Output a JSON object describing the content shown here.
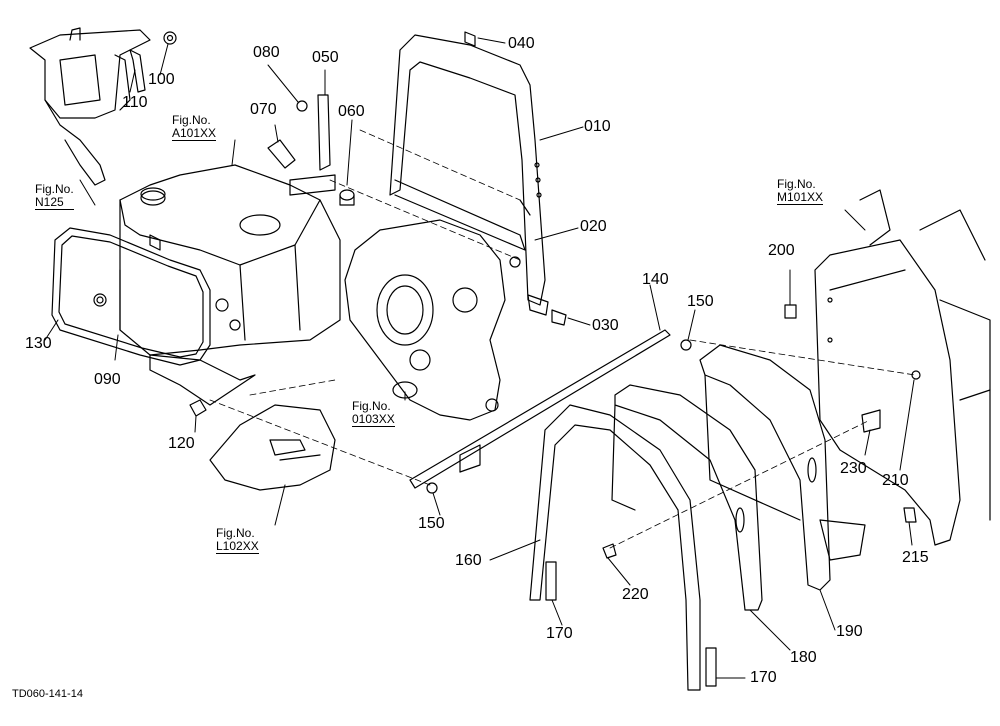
{
  "drawing_code": "TD060-141-14",
  "part_labels": {
    "p010": "010",
    "p020": "020",
    "p030": "030",
    "p040": "040",
    "p050": "050",
    "p060": "060",
    "p070": "070",
    "p080": "080",
    "p090": "090",
    "p100": "100",
    "p110": "110",
    "p120": "120",
    "p130": "130",
    "p140": "140",
    "p150a": "150",
    "p150b": "150",
    "p160": "160",
    "p170a": "170",
    "p170b": "170",
    "p180": "180",
    "p190": "190",
    "p200": "200",
    "p210": "210",
    "p215": "215",
    "p220": "220",
    "p230": "230"
  },
  "figure_refs": {
    "a101": {
      "line1": "Fig.No.",
      "line2": "A101XX"
    },
    "n125": {
      "line1": "Fig.No.",
      "line2": "N125"
    },
    "m101": {
      "line1": "Fig.No.",
      "line2": "M101XX"
    },
    "f0103": {
      "line1": "Fig.No.",
      "line2": "0103XX"
    },
    "l102": {
      "line1": "Fig.No.",
      "line2": "L102XX"
    }
  }
}
